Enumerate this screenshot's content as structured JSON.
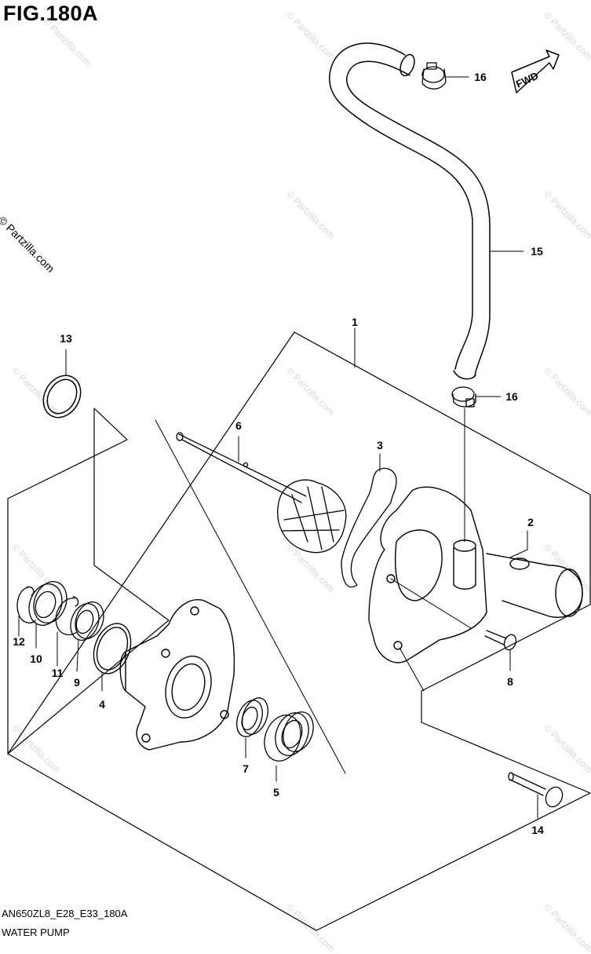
{
  "figure": {
    "title": "FIG.180A",
    "model_code": "AN650ZL8_E28_E33_180A",
    "name": "WATER PUMP",
    "copyright": "© Partzilla.com",
    "watermark": "© Partzilla.com",
    "fwd_label": "FWD"
  },
  "callouts": [
    {
      "number": "1",
      "part": "pump-assembly"
    },
    {
      "number": "2",
      "part": "pump-case"
    },
    {
      "number": "3",
      "part": "gasket"
    },
    {
      "number": "4",
      "part": "o-ring"
    },
    {
      "number": "5",
      "part": "mechanical-seal"
    },
    {
      "number": "6",
      "part": "impeller-shaft"
    },
    {
      "number": "7",
      "part": "oil-seal"
    },
    {
      "number": "8",
      "part": "screw"
    },
    {
      "number": "9",
      "part": "bearing"
    },
    {
      "number": "10",
      "part": "bearing"
    },
    {
      "number": "11",
      "part": "circlip"
    },
    {
      "number": "12",
      "part": "circlip"
    },
    {
      "number": "13",
      "part": "o-ring"
    },
    {
      "number": "14",
      "part": "bolt"
    },
    {
      "number": "15",
      "part": "hose"
    },
    {
      "number": "16",
      "part": "clamp-upper"
    },
    {
      "number": "16",
      "part": "clamp-lower"
    }
  ]
}
